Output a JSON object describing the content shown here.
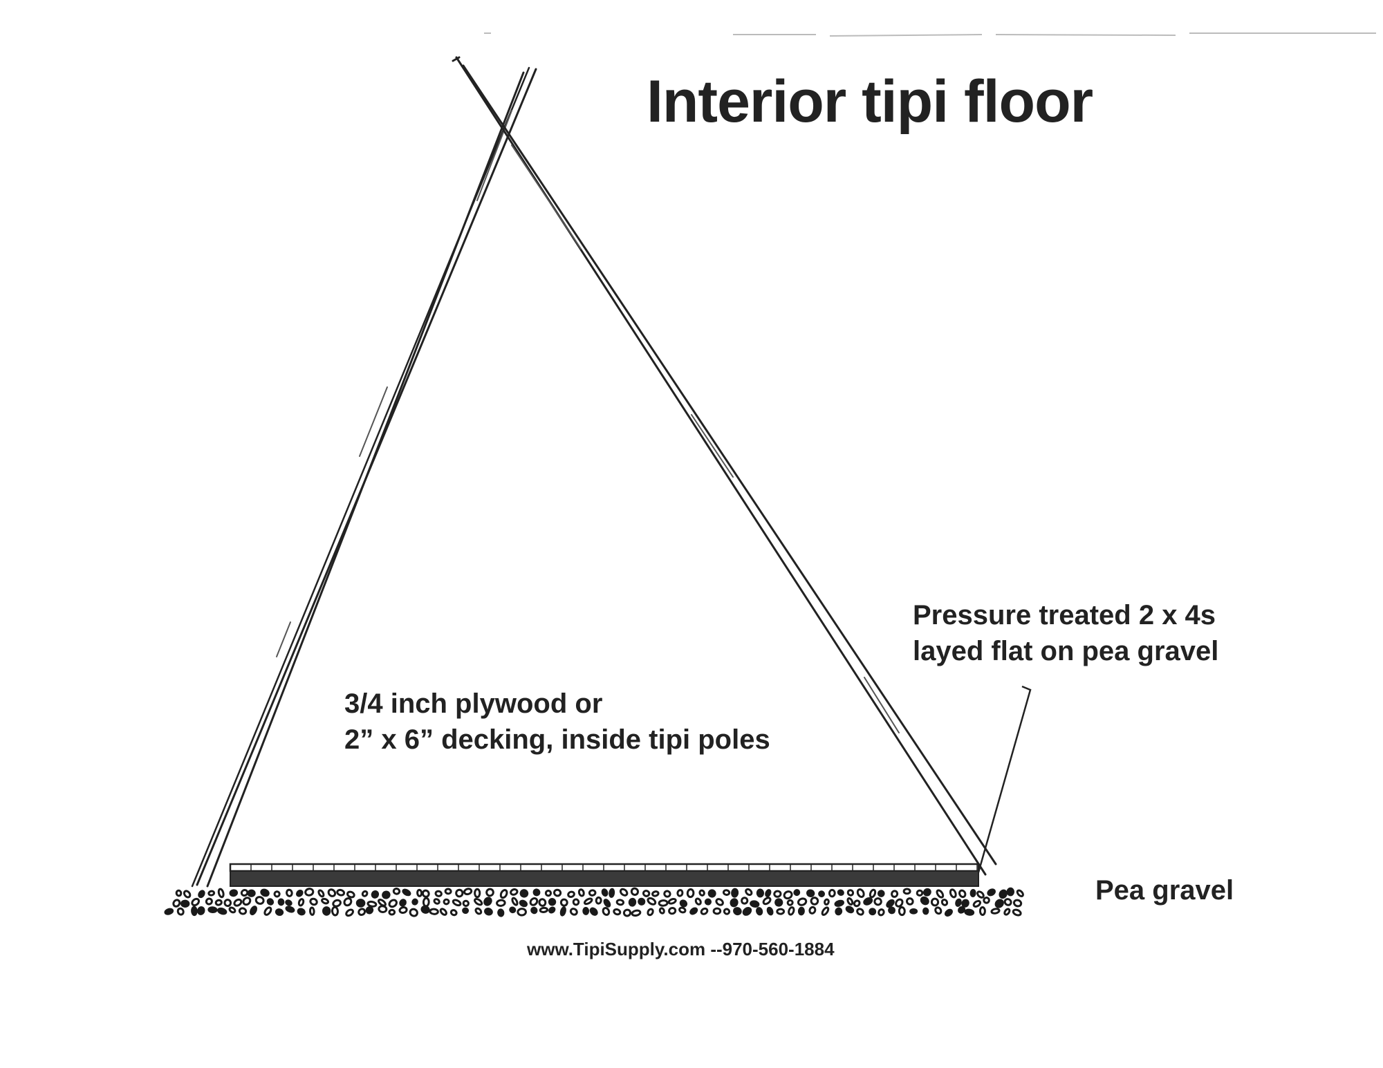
{
  "diagram": {
    "title": "Interior tipi floor",
    "labels": {
      "floor": [
        "3/4 inch plywood or",
        "2” x 6” decking, inside tipi poles"
      ],
      "sleepers": [
        "Pressure treated 2 x 4s",
        "layed flat on pea gravel"
      ],
      "gravel": "Pea gravel"
    },
    "footer": "www.TipiSupply.com --970-560-1884"
  }
}
